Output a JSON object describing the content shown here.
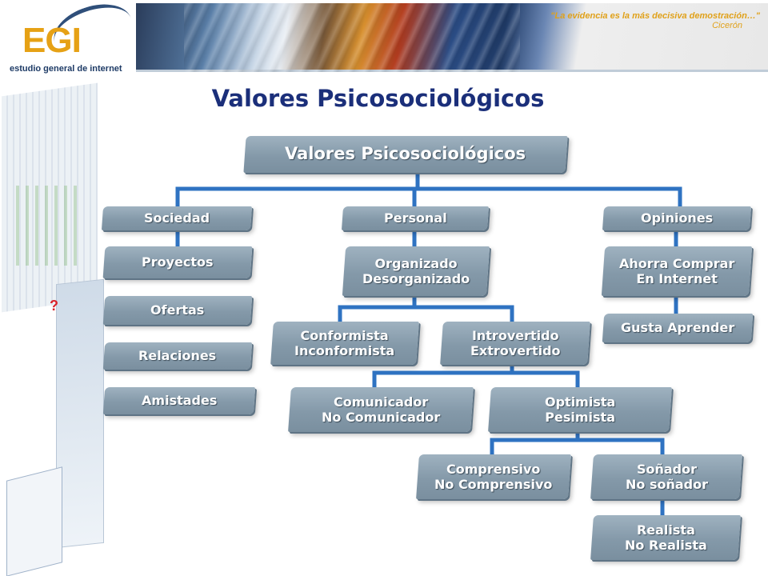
{
  "header": {
    "logo_text": "EGI",
    "logo_subtitle": "estudio general de internet",
    "quote": "\"La evidencia es la más decisiva demostración…\"",
    "quote_author": "Cicerón"
  },
  "title": "Valores Psicosociológicos",
  "diagram": {
    "root": "Valores Psicosociológicos",
    "sociedad": {
      "label": "Sociedad",
      "items": [
        "Proyectos",
        "Ofertas",
        "Relaciones",
        "Amistades"
      ]
    },
    "personal": {
      "label": "Personal",
      "organizado": "Organizado\nDesorganizado",
      "conformista": "Conformista\nInconformista",
      "introvertido": "Introvertido\nExtrovertido",
      "comunicador": "Comunicador\nNo Comunicador",
      "optimista": "Optimista\nPesimista",
      "comprensivo": "Comprensivo\nNo Comprensivo",
      "sonador": "Soñador\nNo soñador",
      "realista": "Realista\nNo Realista"
    },
    "opiniones": {
      "label": "Opiniones",
      "ahorra": "Ahorra Comprar\nEn Internet",
      "gusta": "Gusta Aprender"
    }
  },
  "colors": {
    "node_fill": "#8a9eae",
    "connector": "#2f73c2",
    "title": "#1b2f7a",
    "accent": "#e0a11a"
  }
}
